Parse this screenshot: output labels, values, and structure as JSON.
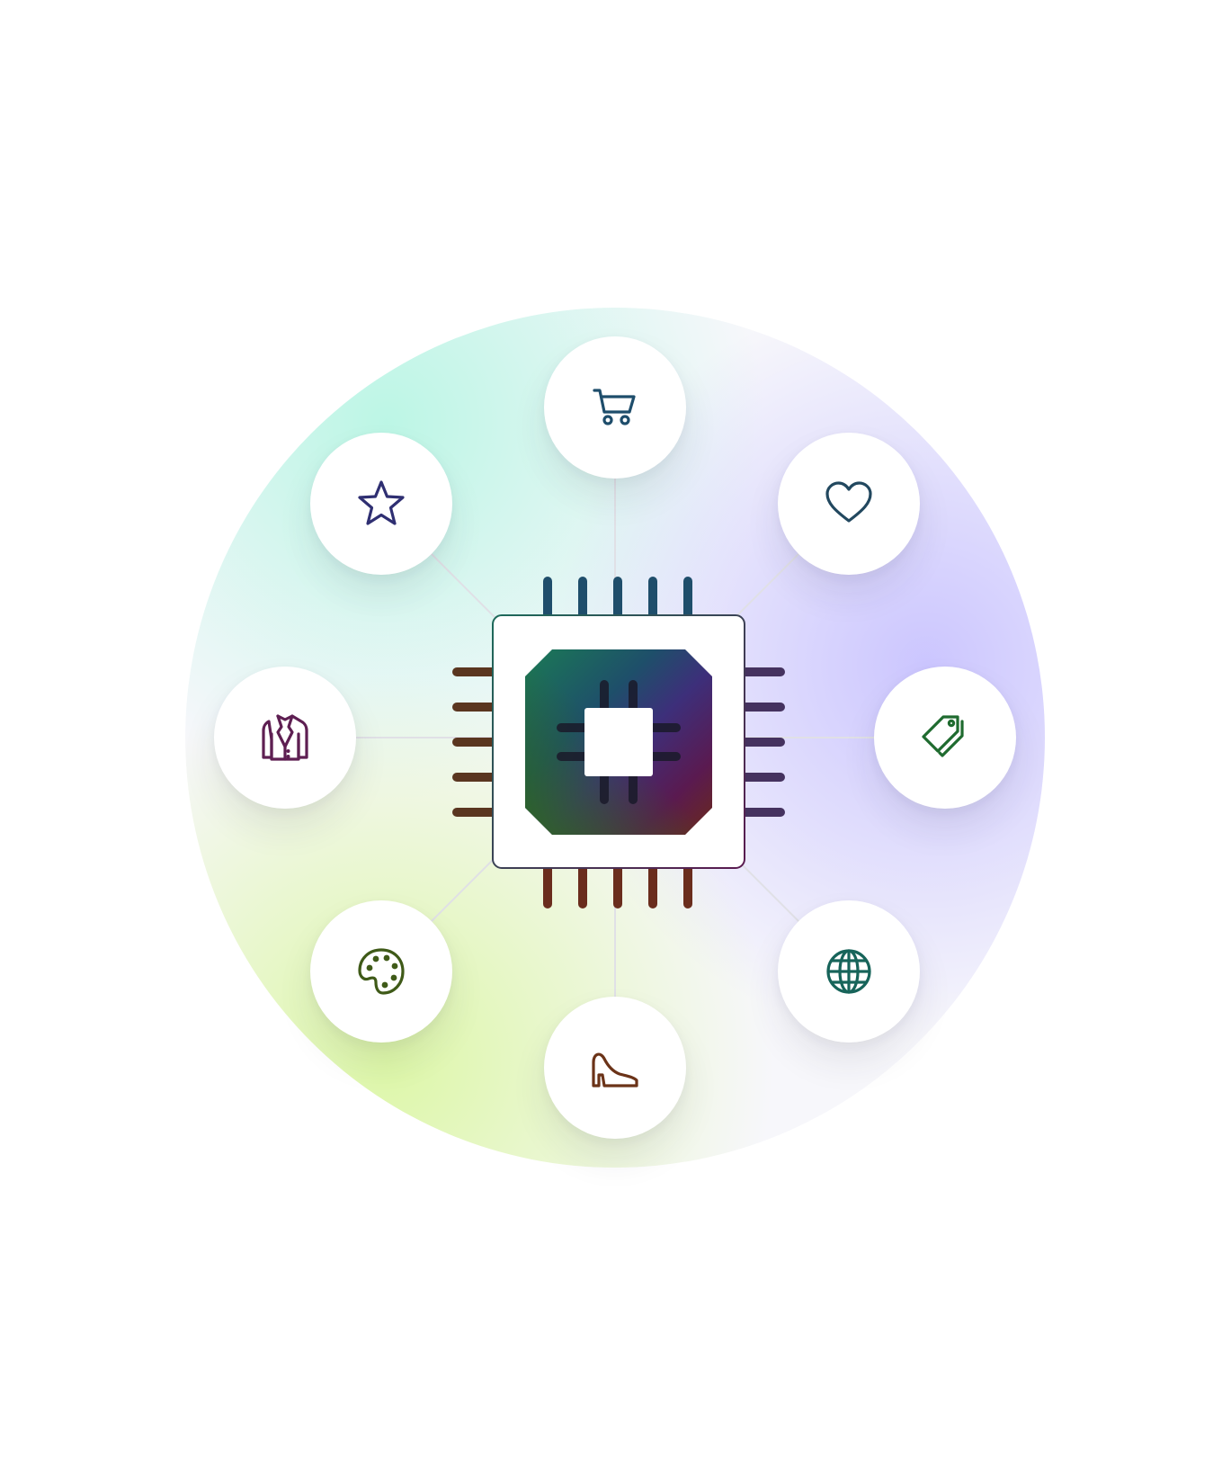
{
  "diagram": {
    "hub": {
      "icon": "cpu-chip-icon",
      "pin_colors": {
        "top": "#1f4e6b",
        "right": "#45325f",
        "bottom": "#6a2d1d",
        "left": "#5a3620"
      },
      "gradient": [
        "#1b7a55",
        "#1e4f6a",
        "#3d2f7a",
        "#5a1a50",
        "#6a2a1a",
        "#2d6a1a"
      ]
    },
    "background_blobs": {
      "mint": "#b9f6e4",
      "lavender": "#c9c3ff",
      "lime": "#ddf7a8"
    },
    "spoke_color": "#e0e0e6",
    "nodes": [
      {
        "id": "cart",
        "icon": "shopping-cart-icon",
        "color": "#1e4d6b",
        "angle": -90
      },
      {
        "id": "heart",
        "icon": "heart-icon",
        "color": "#22485f",
        "angle": -45
      },
      {
        "id": "tags",
        "icon": "price-tags-icon",
        "color": "#1f6b2f",
        "angle": 0
      },
      {
        "id": "globe",
        "icon": "globe-icon",
        "color": "#17645a",
        "angle": 45
      },
      {
        "id": "heel",
        "icon": "high-heel-shoe-icon",
        "color": "#6b3318",
        "angle": 90
      },
      {
        "id": "palette",
        "icon": "paint-palette-icon",
        "color": "#3f5a18",
        "angle": 135
      },
      {
        "id": "jacket",
        "icon": "blazer-jacket-icon",
        "color": "#5e1f52",
        "angle": 180
      },
      {
        "id": "star",
        "icon": "star-icon",
        "color": "#2f2f72",
        "angle": 225
      }
    ]
  }
}
